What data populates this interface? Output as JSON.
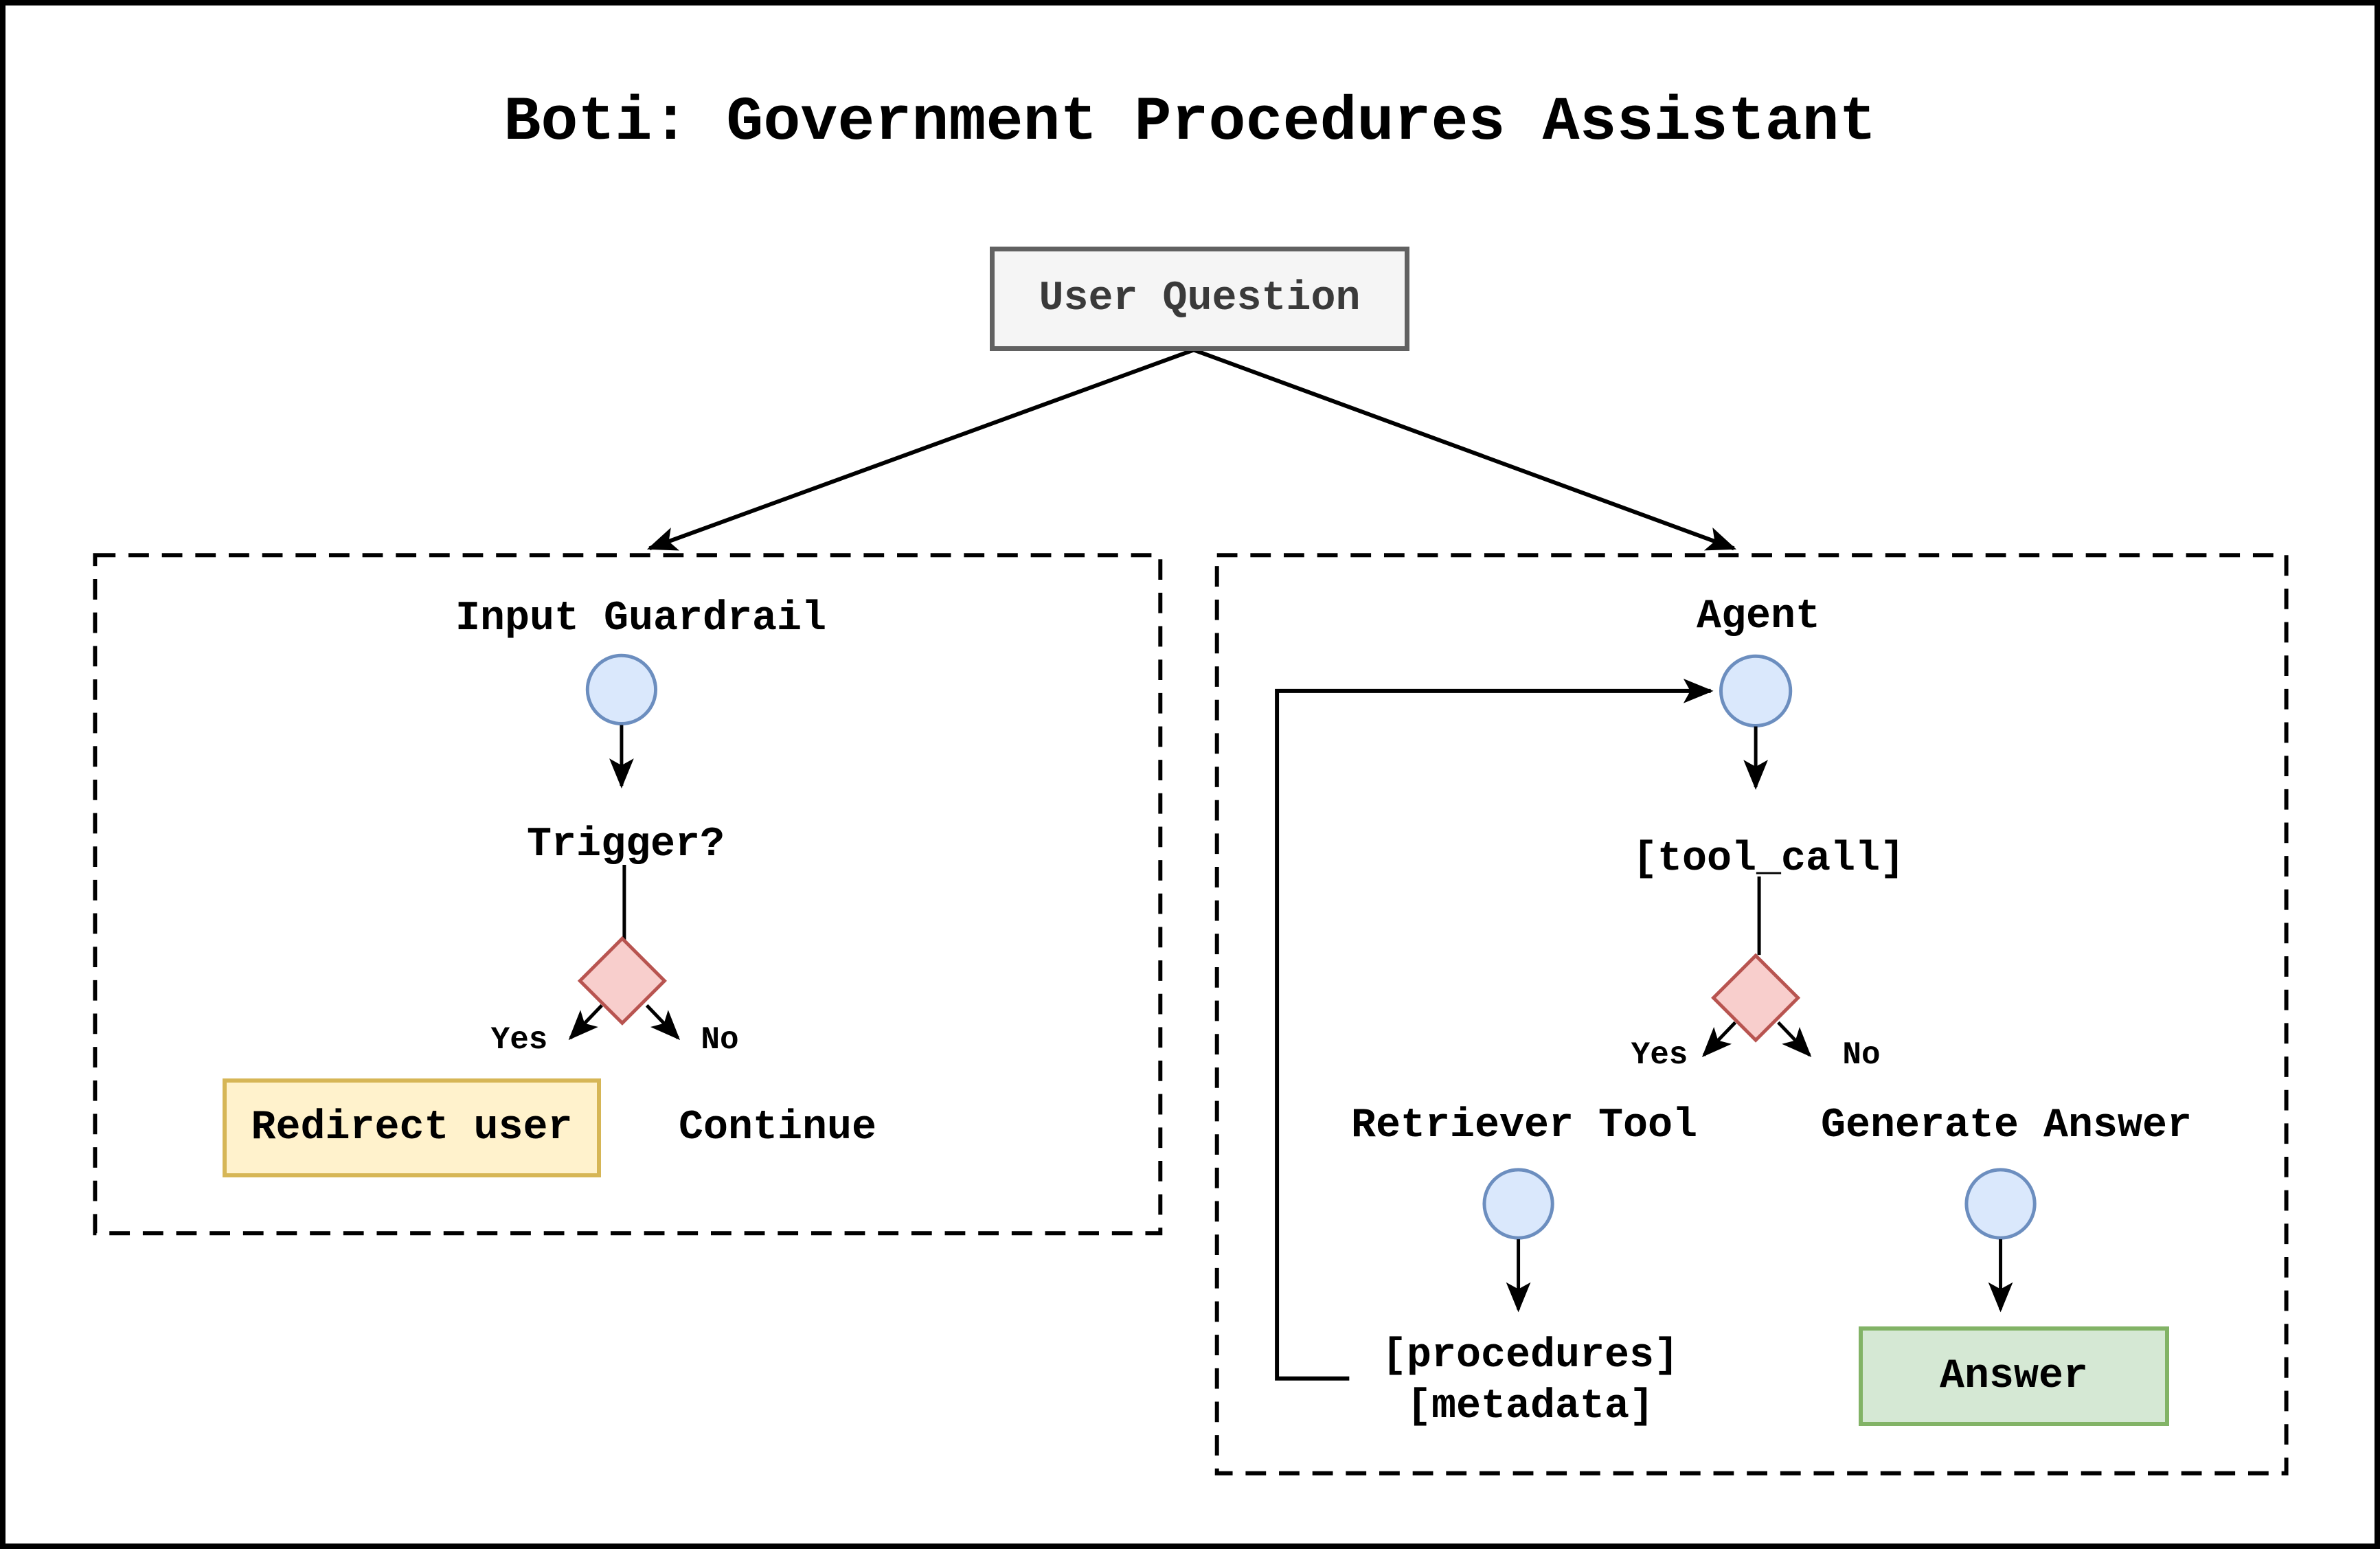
{
  "diagram": {
    "title": "Boti: Government Procedures Assistant",
    "user_question": {
      "label": "User Question"
    },
    "guardrail_panel": {
      "title": "Input Guardrail",
      "decision_question": "Trigger?",
      "yes_label": "Yes",
      "no_label": "No",
      "yes_outcome": "Redirect user",
      "no_outcome": "Continue"
    },
    "agent_panel": {
      "title": "Agent",
      "decision_question": "[tool_call]",
      "yes_label": "Yes",
      "no_label": "No",
      "yes_branch_title": "Retriever Tool",
      "no_branch_title": "Generate Answer",
      "retriever_outputs": [
        "[procedures]",
        "[metadata]"
      ],
      "answer_label": "Answer"
    },
    "colors": {
      "state_fill": "#dae8fc",
      "state_stroke": "#6c8ebf",
      "decision_fill": "#f8cecc",
      "decision_stroke": "#b85450",
      "warning_fill": "#fff2cc",
      "warning_stroke": "#d6b656",
      "success_fill": "#d5e8d4",
      "success_stroke": "#82b366",
      "question_fill": "#f5f5f5",
      "question_stroke": "#616161",
      "line_color": "#000000"
    }
  }
}
